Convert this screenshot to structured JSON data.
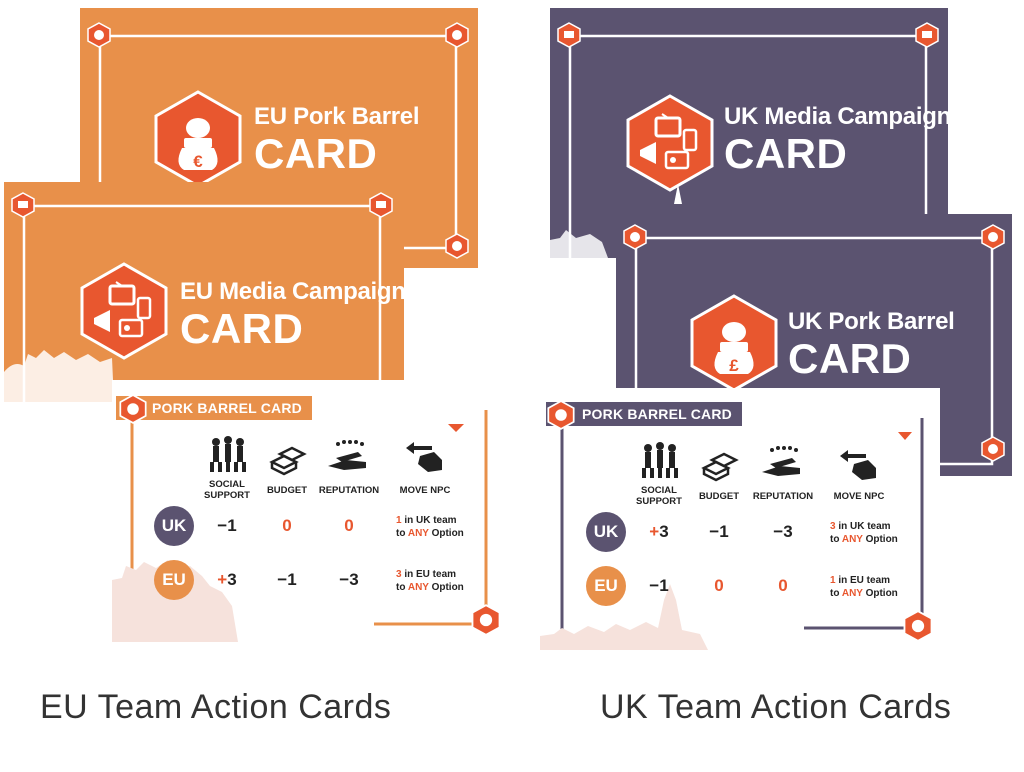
{
  "colors": {
    "orange": "#e8904a",
    "purple": "#5b5370",
    "accent": "#e8572f",
    "white": "#ffffff"
  },
  "cards": {
    "eu_pork": {
      "sub": "EU Pork Barrel",
      "big": "CARD",
      "icon": "piggy-euro-icon"
    },
    "eu_media": {
      "sub": "EU Media Campaign",
      "big": "CARD",
      "icon": "media-icon"
    },
    "uk_media": {
      "sub": "UK Media Campaign",
      "big": "CARD",
      "icon": "media-icon"
    },
    "uk_pork": {
      "sub": "UK Pork Barrel",
      "big": "CARD",
      "icon": "piggy-pound-icon"
    }
  },
  "ref_cards": {
    "title": "PORK BARREL CARD",
    "headers": [
      "SOCIAL SUPPORT",
      "BUDGET",
      "REPUTATION",
      "MOVE NPC"
    ],
    "eu": {
      "rows": [
        {
          "team": "UK",
          "sign": "",
          "social": "−1",
          "budget": "0",
          "reputation": "0",
          "npc_num": "1",
          "npc_team": " in UK team",
          "npc_to": "to ",
          "npc_any": "ANY",
          "npc_opt": " Option"
        },
        {
          "team": "EU",
          "sign": "+",
          "social": "3",
          "budget": "−1",
          "reputation": "−3",
          "npc_num": "3",
          "npc_team": " in EU team",
          "npc_to": "to ",
          "npc_any": "ANY",
          "npc_opt": " Option"
        }
      ]
    },
    "uk": {
      "rows": [
        {
          "team": "UK",
          "sign": "+",
          "social": "3",
          "budget": "−1",
          "reputation": "−3",
          "npc_num": "3",
          "npc_team": " in UK team",
          "npc_to": "to ",
          "npc_any": "ANY",
          "npc_opt": " Option"
        },
        {
          "team": "EU",
          "sign": "",
          "social": "−1",
          "budget": "0",
          "reputation": "0",
          "npc_num": "1",
          "npc_team": " in EU team",
          "npc_to": "to ",
          "npc_any": "ANY",
          "npc_opt": " Option"
        }
      ]
    }
  },
  "captions": {
    "eu": "EU Team Action Cards",
    "uk": "UK Team Action Cards"
  }
}
